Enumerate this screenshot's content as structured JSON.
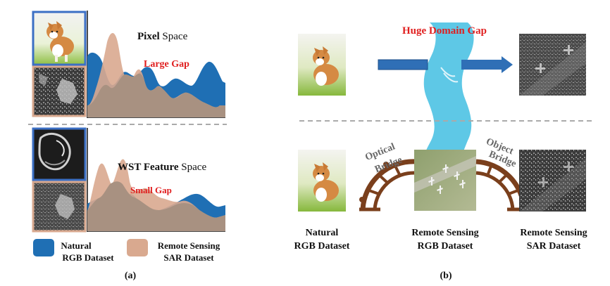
{
  "panel_a": {
    "top": {
      "title_bold": "Pixel",
      "title_rest": " Space",
      "gap_label": "Large Gap"
    },
    "bottom": {
      "title_bold": "WST Feature",
      "title_rest": " Space",
      "gap_label": "Small Gap"
    },
    "legend": {
      "natural_line1": "Natural",
      "natural_line2": "RGB Dataset",
      "sar_line1": "Remote Sensing",
      "sar_line2": "SAR Dataset"
    },
    "caption": "(a)"
  },
  "panel_b": {
    "domain_gap_label": "Huge Domain Gap",
    "optical_bridge_line1": "Optical",
    "optical_bridge_line2": "Bridge",
    "object_bridge_line1": "Object",
    "object_bridge_line2": "Bridge",
    "label_natural_line1": "Natural",
    "label_natural_line2": "RGB Dataset",
    "label_rs_rgb_line1": "Remote Sensing",
    "label_rs_rgb_line2": "RGB Dataset",
    "label_rs_sar_line1": "Remote Sensing",
    "label_rs_sar_line2": "SAR Dataset",
    "caption": "(b)"
  },
  "colors": {
    "rgb_blue": "#1f6fb4",
    "sar_tan": "#d9a98f",
    "overlap": "#a89181",
    "gap_red": "#e01e1e",
    "river": "#5ec8e6",
    "bridge": "#7a3f1c",
    "frame_blue": "#3b6fc4",
    "frame_tan": "#d9a98f"
  }
}
